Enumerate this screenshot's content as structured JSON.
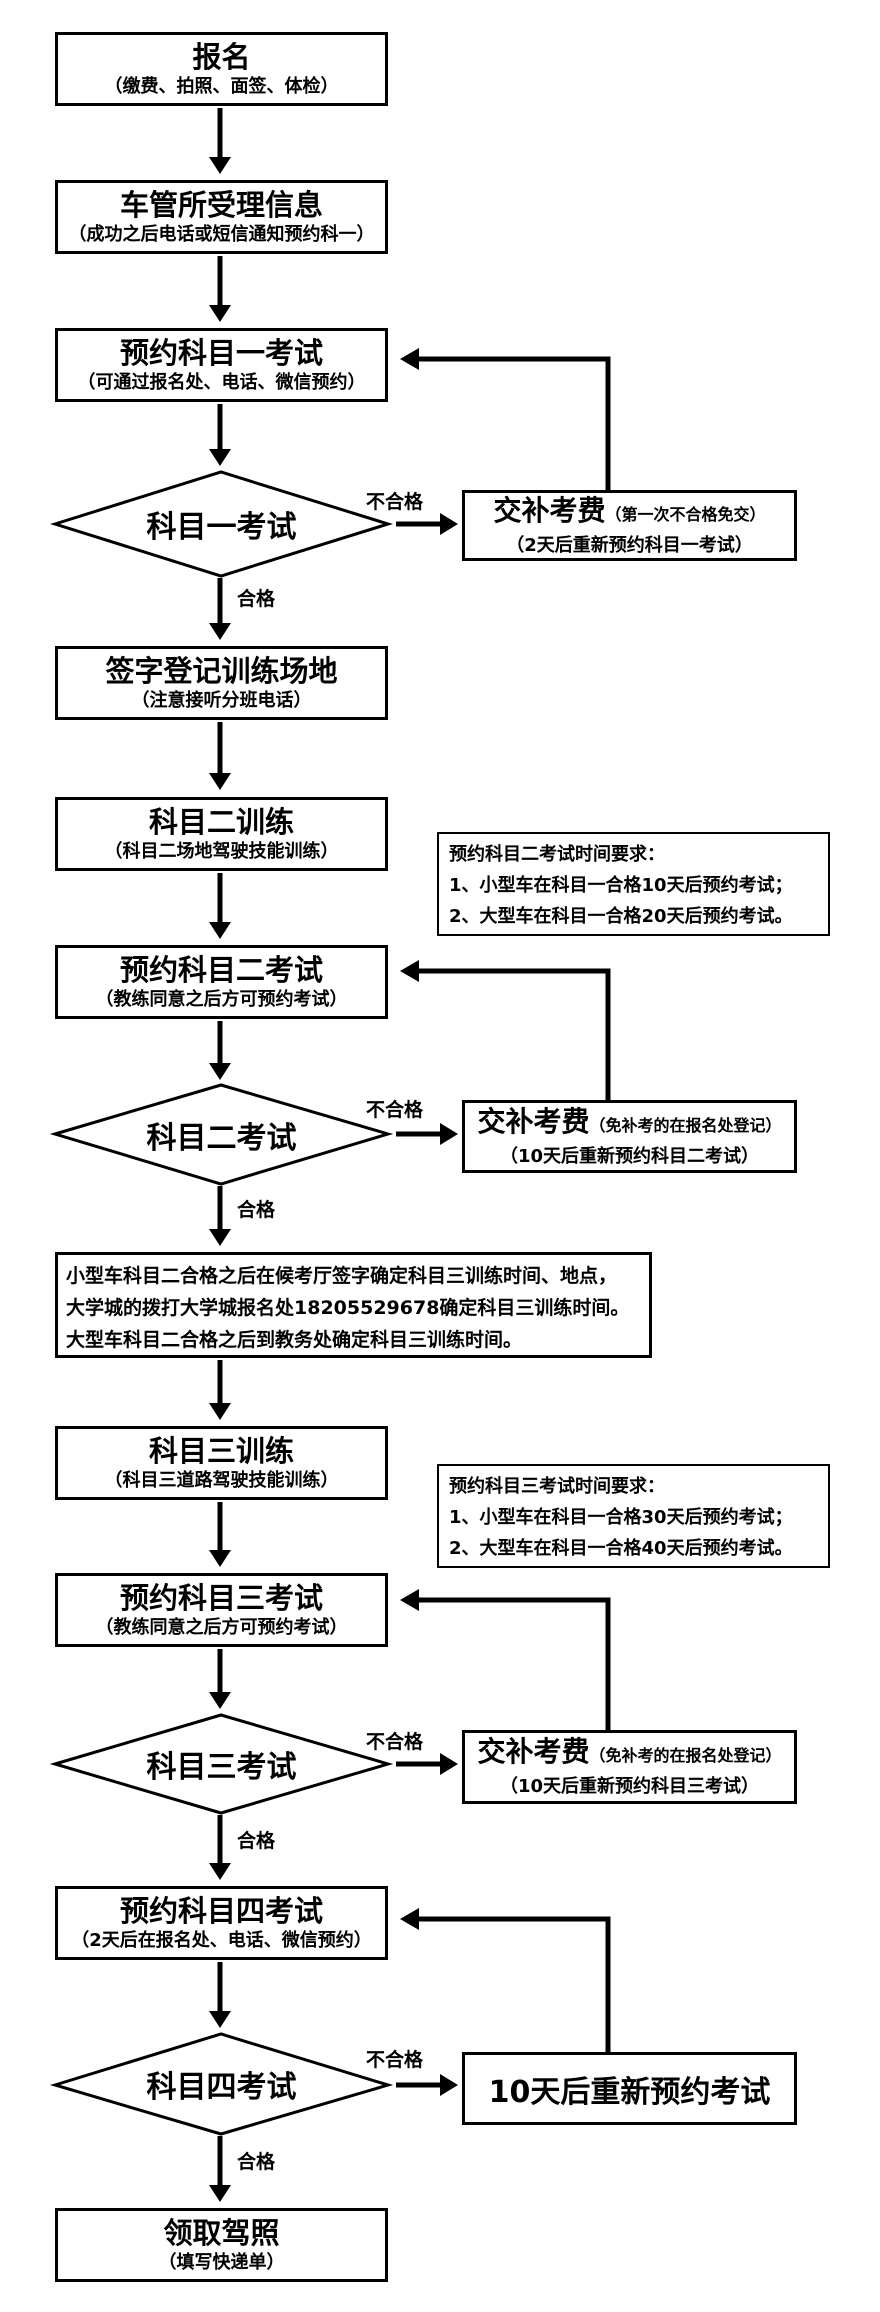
{
  "flow": {
    "register": {
      "title": "报名",
      "note": "（缴费、拍照、面签、体检）"
    },
    "dmv_accept": {
      "title": "车管所受理信息",
      "note": "（成功之后电话或短信通知预约科一）"
    },
    "book_subject1": {
      "title": "预约科目一考试",
      "note": "（可通过报名处、电话、微信预约）"
    },
    "exam_subject1": {
      "title": "科目一考试"
    },
    "retake_subject1": {
      "title": "交补考费",
      "title_note": "（第一次不合格免交）",
      "note": "（2天后重新预约科目一考试）"
    },
    "training_site": {
      "title": "签字登记训练场地",
      "note": "（注意接听分班电话）"
    },
    "train_subject2": {
      "title": "科目二训练",
      "note": "（科目二场地驾驶技能训练）"
    },
    "subject2_timing": {
      "heading": "预约科目二考试时间要求：",
      "lines": [
        "1、小型车在科目一合格10天后预约考试；",
        "2、大型车在科目一合格20天后预约考试。"
      ]
    },
    "book_subject2": {
      "title": "预约科目二考试",
      "note": "（教练同意之后方可预约考试）"
    },
    "exam_subject2": {
      "title": "科目二考试"
    },
    "retake_subject2": {
      "title": "交补考费",
      "title_note": "（免补考的在报名处登记）",
      "note": "（10天后重新预约科目二考试）"
    },
    "subject3_arrangement": {
      "lines": [
        "小型车科目二合格之后在候考厅签字确定科目三训练时间、地点，",
        "大学城的拨打大学城报名处18205529678确定科目三训练时间。",
        "大型车科目二合格之后到教务处确定科目三训练时间。"
      ]
    },
    "train_subject3": {
      "title": "科目三训练",
      "note": "（科目三道路驾驶技能训练）"
    },
    "subject3_timing": {
      "heading": "预约科目三考试时间要求：",
      "lines": [
        "1、小型车在科目一合格30天后预约考试；",
        "2、大型车在科目一合格40天后预约考试。"
      ]
    },
    "book_subject3": {
      "title": "预约科目三考试",
      "note": "（教练同意之后方可预约考试）"
    },
    "exam_subject3": {
      "title": "科目三考试"
    },
    "retake_subject3": {
      "title": "交补考费",
      "title_note": "（免补考的在报名处登记）",
      "note": "（10天后重新预约科目三考试）"
    },
    "book_subject4": {
      "title": "预约科目四考试",
      "note": "（2天后在报名处、电话、微信预约）"
    },
    "exam_subject4": {
      "title": "科目四考试"
    },
    "rebook_subject4": {
      "title": "10天后重新预约考试"
    },
    "license": {
      "title": "领取驾照",
      "note": "（填写快递单）"
    }
  },
  "labels": {
    "fail": "不合格",
    "pass": "合格"
  }
}
